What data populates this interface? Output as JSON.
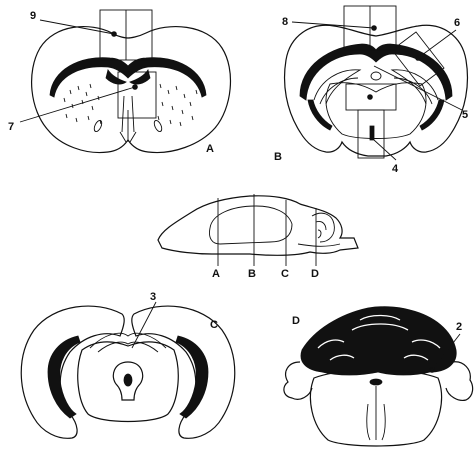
{
  "panels": {
    "A": {
      "letter": "A",
      "labels": {
        "n9": "9",
        "n7": "7"
      }
    },
    "B": {
      "letter": "B",
      "labels": {
        "n8": "8",
        "n6": "6",
        "n5": "5",
        "n4": "4"
      }
    },
    "C": {
      "letter": "C",
      "labels": {
        "n3": "3"
      }
    },
    "D": {
      "letter": "D",
      "labels": {
        "n2": "2"
      }
    }
  },
  "sagittal": {
    "cuts": [
      "A",
      "B",
      "C",
      "D"
    ]
  },
  "colors": {
    "ink": "#111111",
    "background": "#ffffff"
  }
}
